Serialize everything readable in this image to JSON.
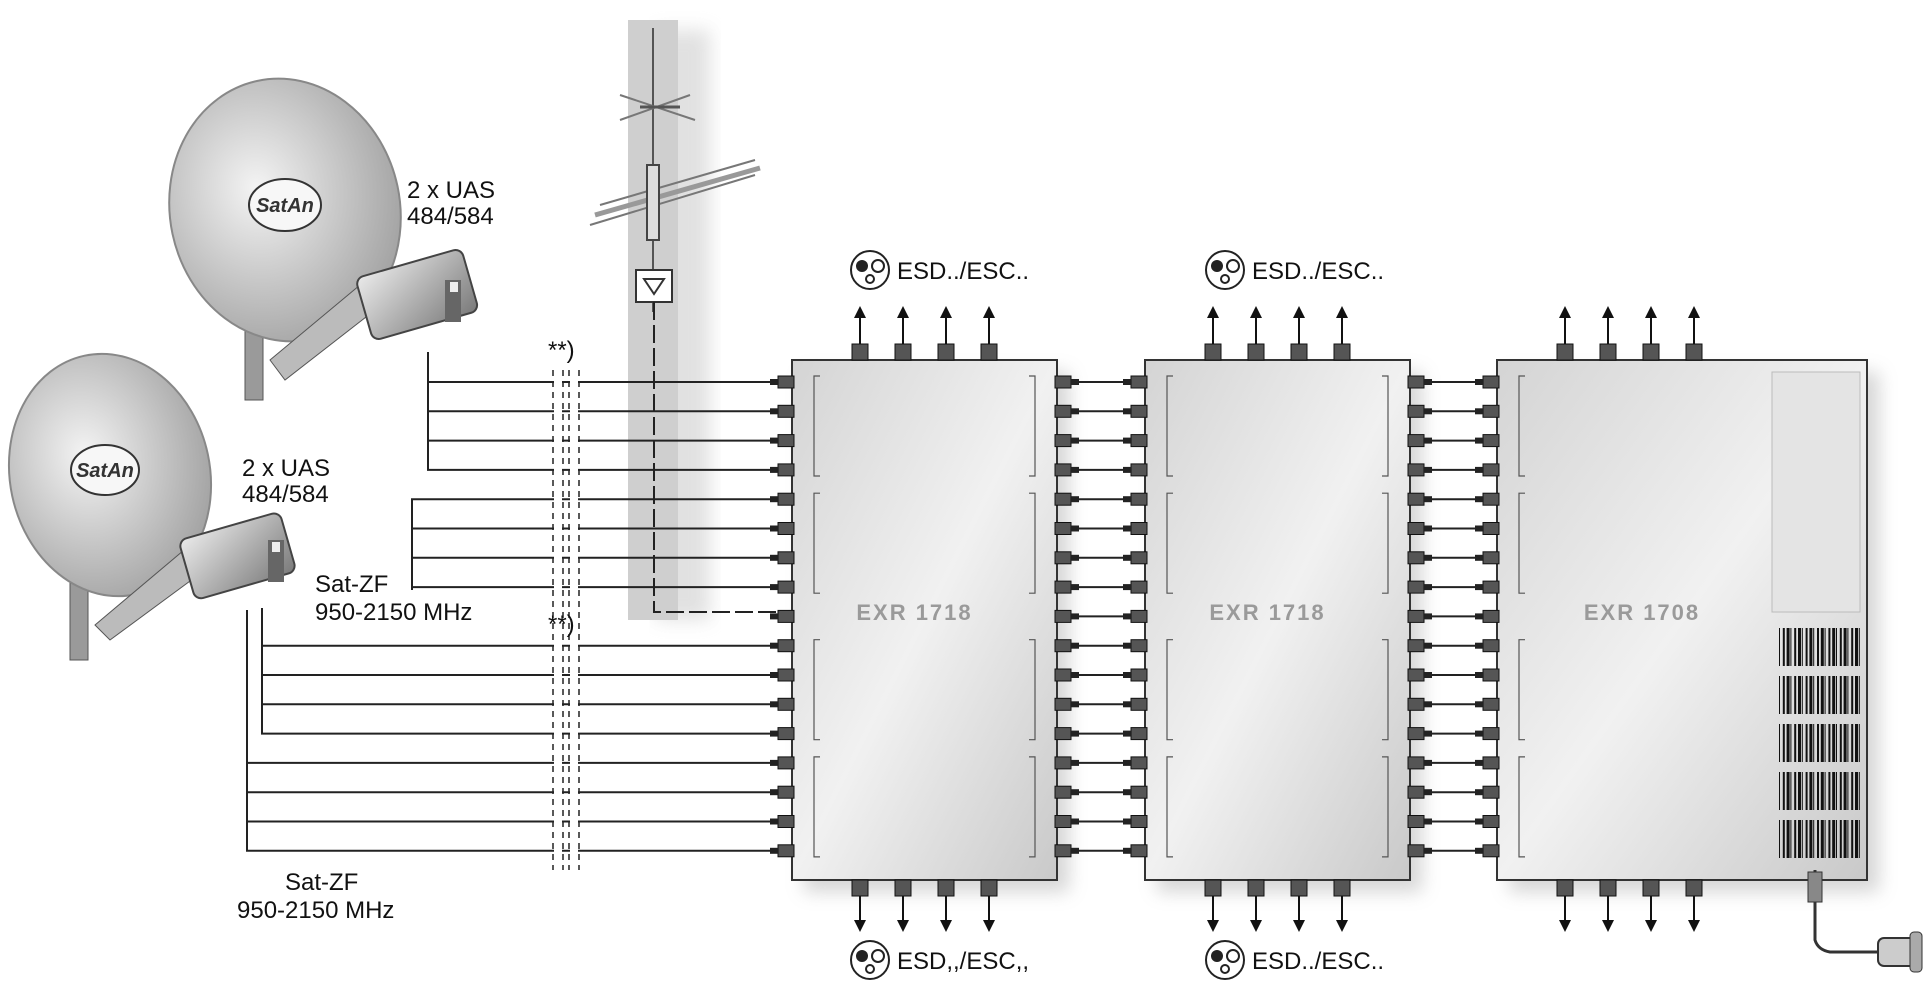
{
  "dishes": [
    {
      "logo": "SatAn",
      "lnb_label_line1": "2 x UAS",
      "lnb_label_line2": "484/584"
    },
    {
      "logo": "SatAn",
      "lnb_label_line1": "2 x UAS",
      "lnb_label_line2": "484/584"
    }
  ],
  "satzf_mid": {
    "line1": "Sat-ZF",
    "line2": "950-2150 MHz"
  },
  "satzf_bottom": {
    "line1": "Sat-ZF",
    "line2": "950-2150 MHz"
  },
  "asterisk_note": "**)",
  "modules": [
    {
      "name": "EXR 1718"
    },
    {
      "name": "EXR 1718"
    },
    {
      "name": "EXR 1708"
    }
  ],
  "socket_labels": {
    "top_1": "ESD../ESC..",
    "top_2": "ESD../ESC..",
    "bottom_1": "ESD,,/ESC,,",
    "bottom_2": "ESD../ESC.."
  }
}
